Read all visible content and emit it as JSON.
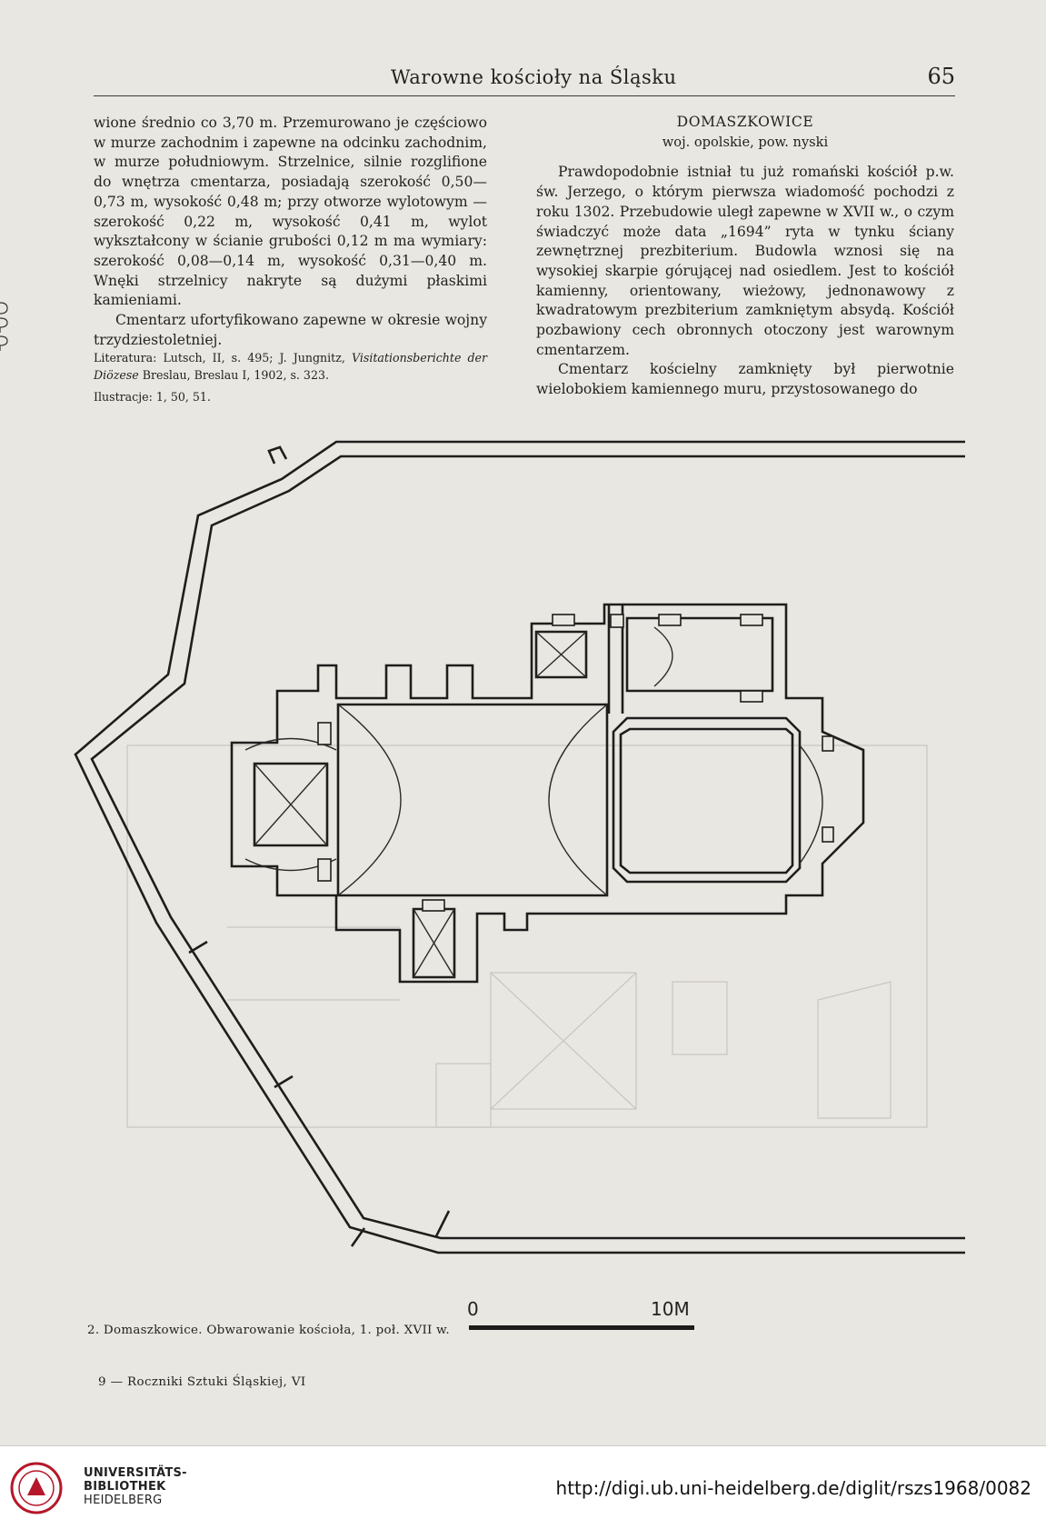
{
  "header": {
    "title": "Warowne kościoły na Śląsku",
    "page_number": "65"
  },
  "left_column": {
    "p1": "wione średnio co 3,70 m. Przemurowano je częściowo w murze zachodnim i zapewne na odcinku zachodnim, w murze południowym. Strzelnice, silnie rozglifione do wnętrza cmentarza, posiadają szerokość 0,50—0,73 m, wysokość 0,48 m; przy otworze wylotowym — szerokość 0,22 m, wysokość 0,41 m, wylot wykształcony w ścianie grubości 0,12 m ma wymiary: szerokość 0,08—0,14 m, wysokość 0,31—0,40 m. Wnęki strzelnicy nakryte są dużymi płaskimi kamieniami.",
    "p2": "Cmentarz ufortyfikowano zapewne w okresie wojny trzydziestoletniej.",
    "lit_label": "Literatura: Lutsch, II, s. 495; J. Jungnitz,",
    "lit_italic": "Visitationsberichte der Diözese",
    "lit_rest": "Breslau, Breslau I, 1902, s. 323.",
    "illustrations": "Ilustracje: 1, 50, 51."
  },
  "right_column": {
    "title": "DOMASZKOWICE",
    "subtitle": "woj. opolskie, pow. nyski",
    "p1": "Prawdopodobnie istniał tu już romański kościół p.w. św. Jerzego, o którym pierwsza wiadomość pochodzi z roku 1302. Przebudowie uległ zapewne w XVII w., o czym świadczyć może data „1694” ryta w tynku ściany zewnętrznej prezbiterium. Budowla wznosi się na wysokiej skarpie górującej nad osiedlem. Jest to kościół kamienny, orientowany, wieżowy, jednonawowy z kwadratowym prezbiterium zamkniętym absydą. Kościół pozbawiony cech obronnych otoczony jest warownym cmentarzem.",
    "p2": "Cmentarz kościelny zamknięty był pierwotnie wielobokiem kamiennego muru, przystosowanego do"
  },
  "figure": {
    "scale_zero": "0",
    "scale_ten": "10M",
    "caption": "2. Domaszkowice. Obwarowanie kościoła, 1. poł. XVII w."
  },
  "footnote": "9 — Roczniki Sztuki Śląskiej, VI",
  "footer": {
    "library_line1": "UNIVERSITÄTS-",
    "library_line2": "BIBLIOTHEK",
    "library_line3": "HEIDELBERG",
    "url": "http://digi.ub.uni-heidelberg.de/diglit/rszs1968/0082"
  },
  "colors": {
    "paper": "#e9e7e1",
    "ink": "#232220",
    "logo_red": "#b5172a"
  }
}
